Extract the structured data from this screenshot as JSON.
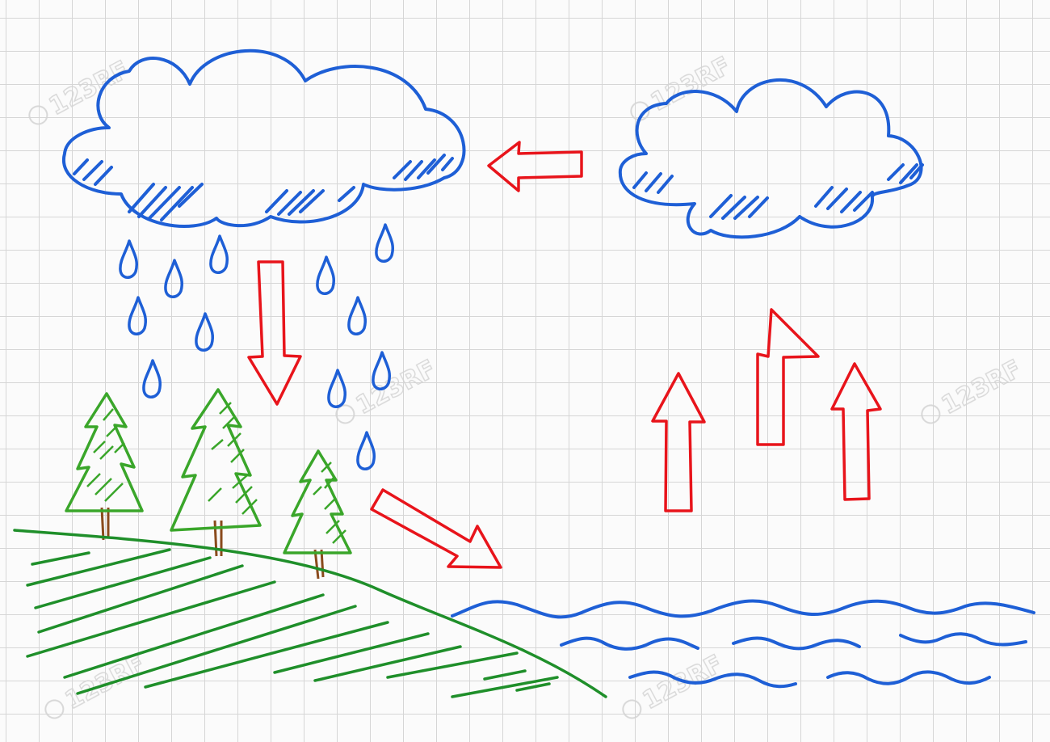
{
  "watermark": {
    "text": "123RF"
  },
  "colors": {
    "paper": "#fbfbfb",
    "grid": "#d6d6d6",
    "water_blue": "#1e5fd6",
    "arrow_red": "#e8141b",
    "tree_green": "#3aa62a",
    "ground_green": "#1f8f2a",
    "trunk_brown": "#8a4a1c",
    "watermark": "#d4d4d4"
  },
  "diagram": {
    "subject": "water-cycle",
    "elements": [
      "rain-cloud",
      "vapor-cloud",
      "raindrops",
      "precipitation-arrow",
      "condensation-arrow",
      "evaporation-arrows",
      "runoff-arrow",
      "trees",
      "hill",
      "water-waves"
    ]
  }
}
